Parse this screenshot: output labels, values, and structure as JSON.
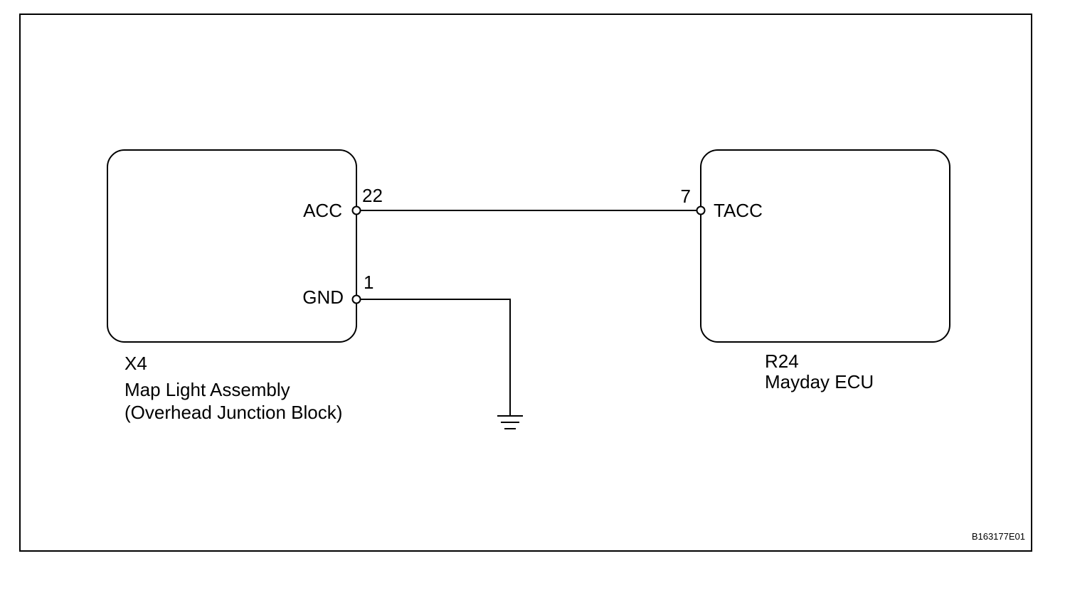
{
  "diagram": {
    "figure_id": "B163177E01",
    "left_component": {
      "code": "X4",
      "name": "Map Light Assembly",
      "subname": "(Overhead Junction Block)",
      "terminals": [
        {
          "pin": "22",
          "name": "ACC"
        },
        {
          "pin": "1",
          "name": "GND"
        }
      ]
    },
    "right_component": {
      "code": "R24",
      "name": "Mayday ECU",
      "terminals": [
        {
          "pin": "7",
          "name": "TACC"
        }
      ]
    },
    "ground_symbol": "ground-icon"
  }
}
